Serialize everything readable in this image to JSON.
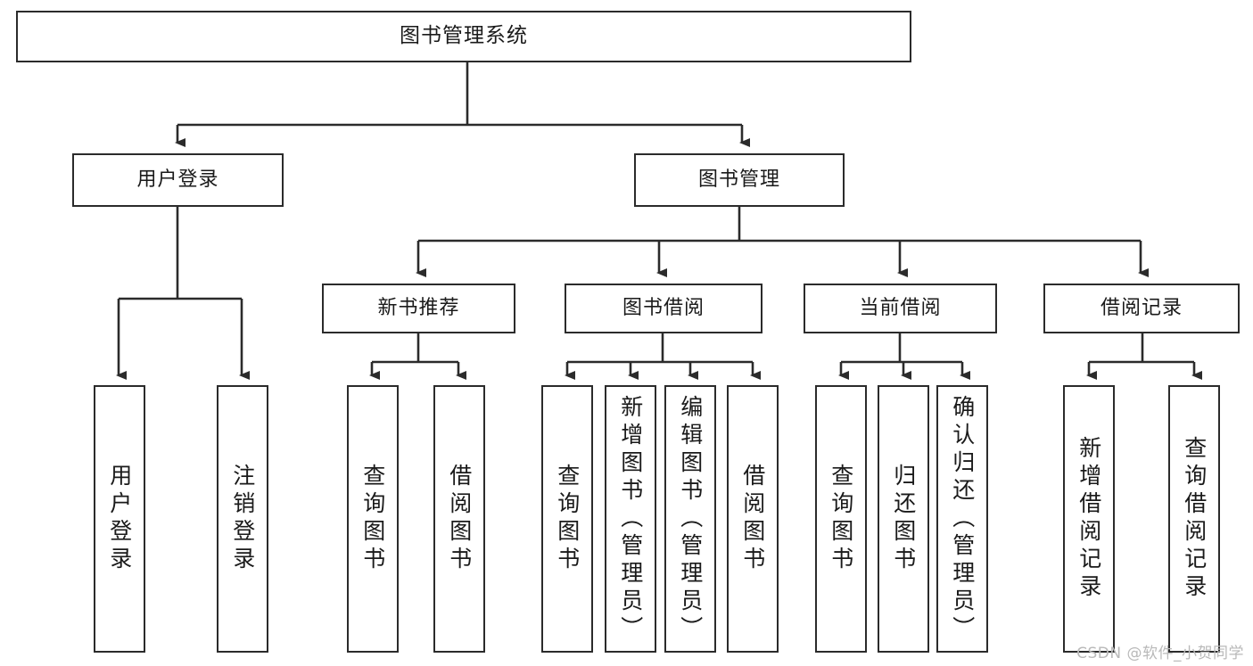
{
  "diagram": {
    "title": "图书管理系统",
    "type": "tree-hierarchy-chart",
    "root": {
      "label": "图书管理系统"
    },
    "level2": [
      {
        "label": "用户登录"
      },
      {
        "label": "图书管理"
      }
    ],
    "level3": [
      {
        "label": "新书推荐"
      },
      {
        "label": "图书借阅"
      },
      {
        "label": "当前借阅"
      },
      {
        "label": "借阅记录"
      }
    ],
    "leaves": {
      "user_login": [
        {
          "label": "用户登录"
        },
        {
          "label": "注销登录"
        }
      ],
      "new_book": [
        {
          "label": "查询图书"
        },
        {
          "label": "借阅图书"
        }
      ],
      "book_borrow": [
        {
          "label": "查询图书"
        },
        {
          "label": "新增图书（管理员）"
        },
        {
          "label": "编辑图书（管理员）"
        },
        {
          "label": "借阅图书"
        }
      ],
      "current_borrow": [
        {
          "label": "查询图书"
        },
        {
          "label": "归还图书"
        },
        {
          "label": "确认归还（管理员）"
        }
      ],
      "borrow_record": [
        {
          "label": "新增借阅记录"
        },
        {
          "label": "查询借阅记录"
        }
      ]
    }
  },
  "watermark": {
    "text": "CSDN @软件_小贺同学"
  },
  "colors": {
    "stroke": "#2b2b2b",
    "fill": "#ffffff",
    "text": "#1a1a1a",
    "watermark": "#b9b9b9"
  }
}
